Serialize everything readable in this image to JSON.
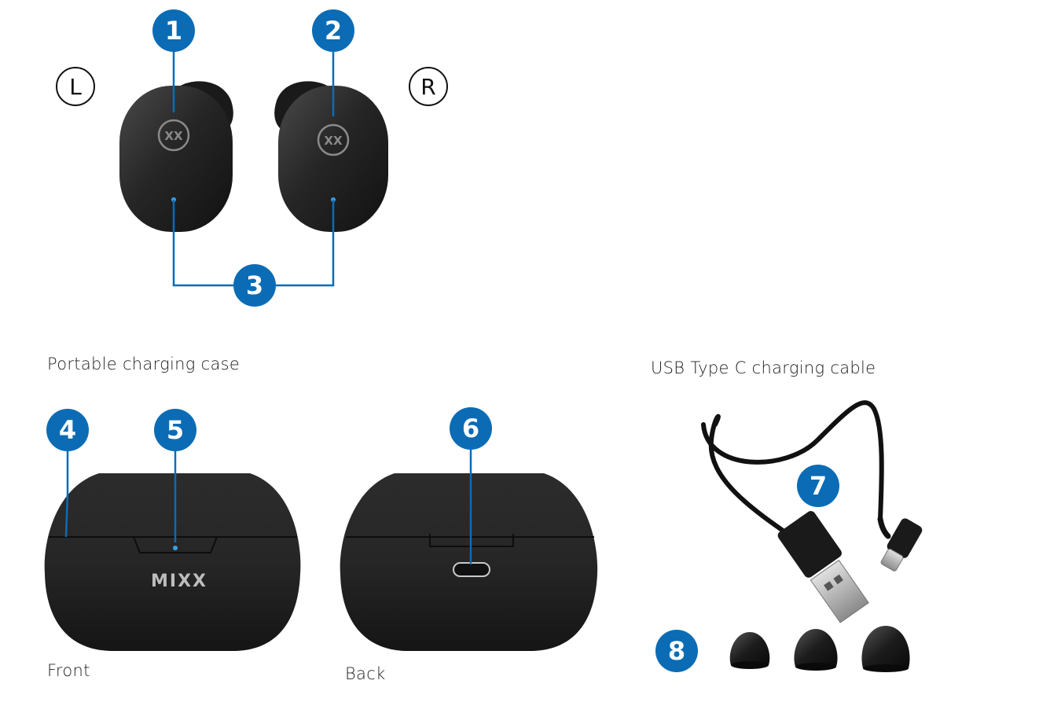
{
  "side_labels": {
    "left": "L",
    "right": "R"
  },
  "captions": {
    "case": "Portable charging case",
    "cable": "USB Type C charging cable",
    "front": "Front",
    "back": "Back"
  },
  "callouts": [
    "1",
    "2",
    "3",
    "4",
    "5",
    "6",
    "7",
    "8"
  ],
  "brand": {
    "case_logo": "MIXX",
    "bud_logo": "XX"
  },
  "colors": {
    "callout": "#0b6cb5",
    "led": "#3aa0e8",
    "product": "#1e1e1e"
  }
}
